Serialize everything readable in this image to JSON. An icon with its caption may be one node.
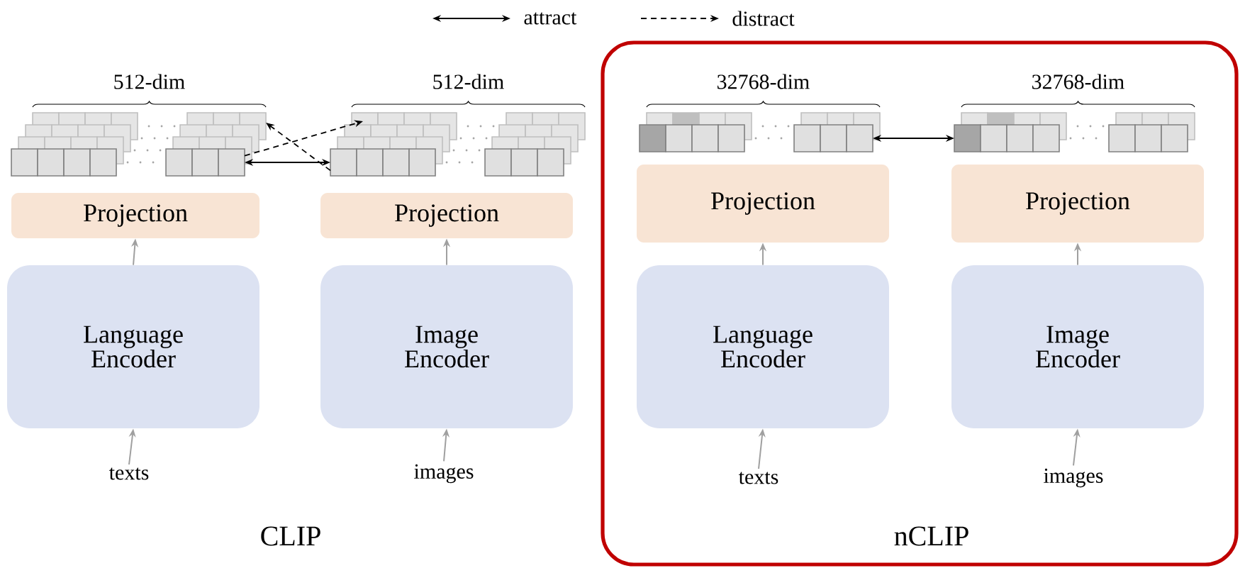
{
  "diagram": {
    "nodes": [
      {
        "text": [],
        "shape": "picture",
        "beside": [
          "512-dim"
        ]
      },
      {
        "text": [],
        "shape": "picture",
        "beside": [
          "512-dim"
        ]
      },
      {
        "text": [
          "Projection"
        ]
      },
      {
        "text": [
          "Projection"
        ]
      },
      {
        "text": [
          "Language Encoder"
        ]
      },
      {
        "text": [
          "Image Encoder"
        ]
      },
      {
        "text": [
          "texts"
        ]
      },
      {
        "text": [
          "images"
        ]
      },
      {
        "text": [
          "nCLIP"
        ]
      },
      {
        "text": [],
        "shape": "picture",
        "beside": [
          "32768-dim"
        ],
        "in": 8
      },
      {
        "text": [],
        "shape": "picture",
        "beside": [
          "32768-dim"
        ],
        "in": 8
      },
      {
        "text": [
          "Projection"
        ],
        "in": 8
      },
      {
        "text": [
          "Projection"
        ],
        "in": 8
      },
      {
        "text": [
          "Language Encoder"
        ],
        "in": 8
      },
      {
        "text": [
          "Image Encoder"
        ],
        "in": 8
      },
      {
        "text": [
          "texts"
        ],
        "in": 8
      },
      {
        "text": [
          "images"
        ],
        "in": 8
      }
    ],
    "edges": [
      {
        "from": 0,
        "to": 1,
        "arrow": "both",
        "color": "#000000"
      },
      {
        "from": 0,
        "to": 1,
        "arrow": "to",
        "style": "dashed",
        "color": "#000000"
      },
      {
        "from": 1,
        "to": 0,
        "arrow": "to",
        "style": "dashed",
        "color": "#000000"
      },
      {
        "from": 4,
        "to": 2,
        "arrow": "to"
      },
      {
        "from": 5,
        "to": 3,
        "arrow": "to"
      },
      {
        "from": 6,
        "to": 4,
        "arrow": "to"
      },
      {
        "from": 7,
        "to": 5,
        "arrow": "to"
      },
      {
        "from": 9,
        "to": 10,
        "arrow": "both",
        "color": "#000000"
      },
      {
        "from": 13,
        "to": 11,
        "arrow": "to"
      },
      {
        "from": 14,
        "to": 12,
        "arrow": "to"
      },
      {
        "from": 15,
        "to": 13,
        "arrow": "to"
      },
      {
        "from": 16,
        "to": 14,
        "arrow": "to"
      }
    ],
    "labels": [
      "CLIP"
    ],
    "legend": [
      {
        "text": "attract"
      },
      {
        "text": "distract"
      }
    ]
  }
}
